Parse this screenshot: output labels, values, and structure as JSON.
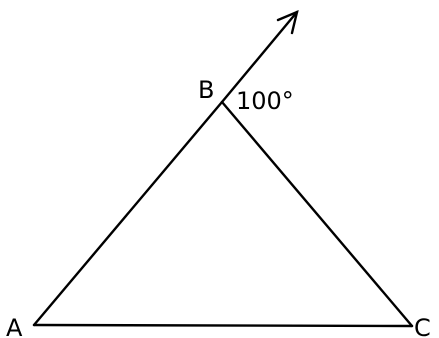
{
  "diagram": {
    "vertices": {
      "a": "A",
      "b": "B",
      "c": "C"
    },
    "exterior_angle": "100°",
    "colors": {
      "stroke": "#000000",
      "background": "#ffffff"
    }
  }
}
